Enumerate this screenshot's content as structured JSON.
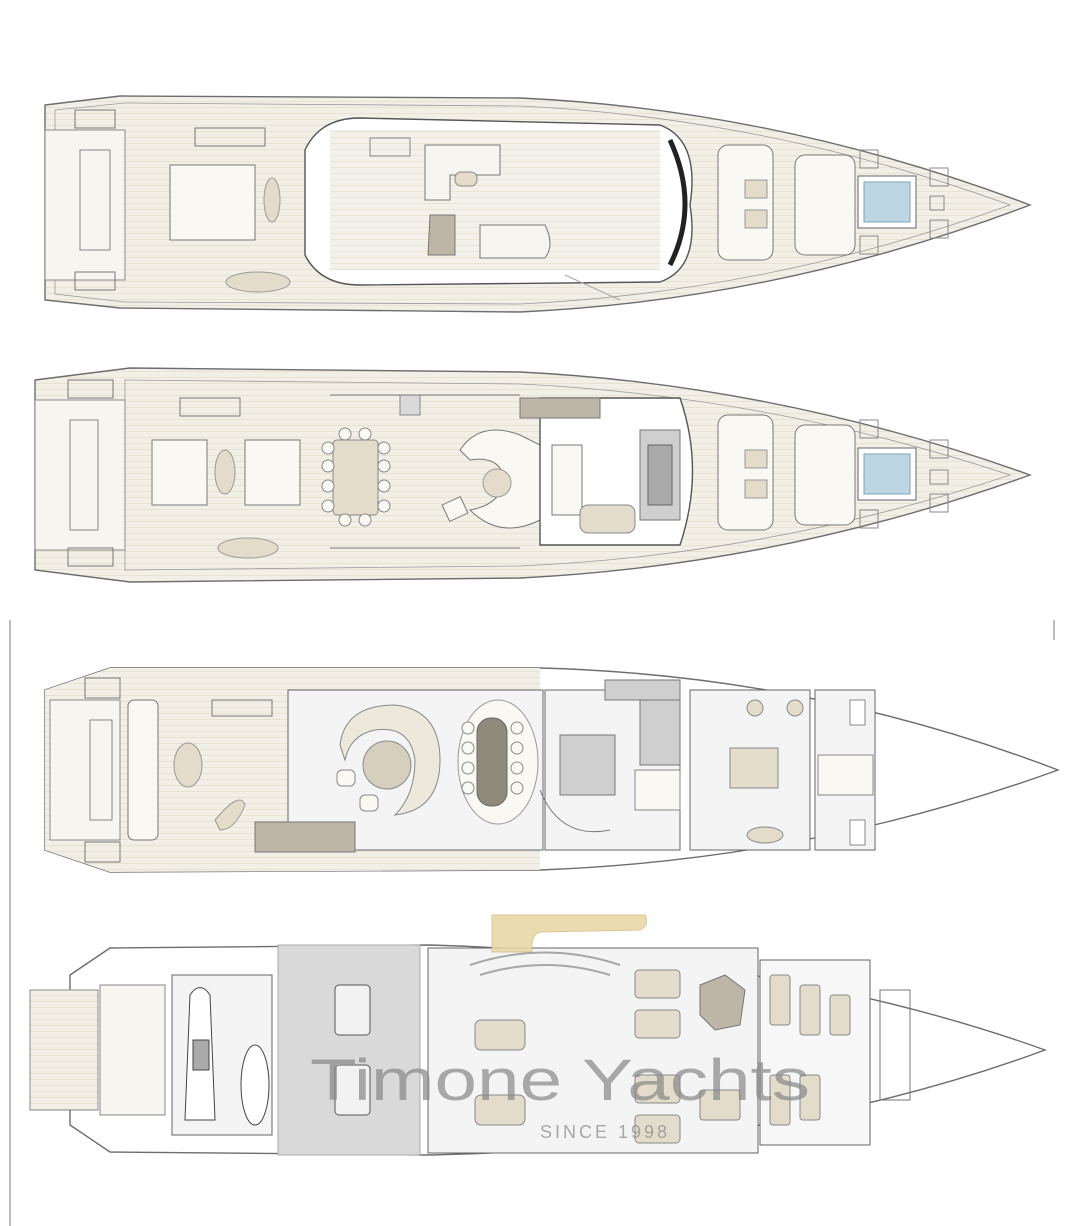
{
  "document": {
    "type": "yacht general arrangement plan",
    "deck_count": 4
  },
  "watermark": {
    "brand": "Timone Yachts",
    "tagline": "SINCE 1998",
    "logo_color": "#e8d6a3",
    "text_color": "#8a8a8a"
  },
  "colors": {
    "deck_teak": "#f2efe6",
    "plank_line": "#e3ddcc",
    "hull_outline": "#6d6d6d",
    "interior_floor": "#f4f4f4",
    "furniture_fill": "#e9e6dd",
    "furniture_dark": "#bdb6a6",
    "accent_grey": "#cfcfcf",
    "jacuzzi_water": "#bcd6e2",
    "tender_garage": "#d9d9d9"
  },
  "icons": {
    "sun_deck": "deck-plan-sun-deck",
    "bridge_deck": "deck-plan-bridge-deck",
    "main_deck": "deck-plan-main-deck",
    "lower_deck": "deck-plan-lower-deck"
  }
}
